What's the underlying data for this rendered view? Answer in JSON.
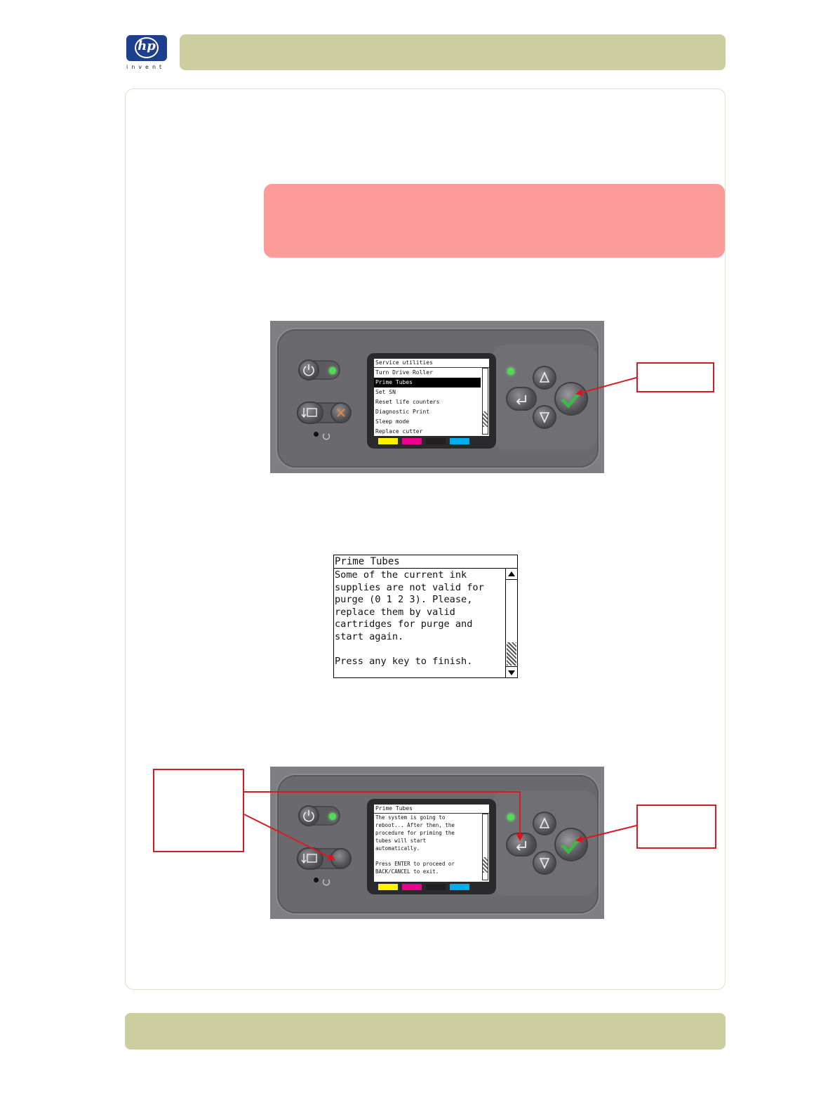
{
  "header": {
    "logo_text": "hp",
    "logo_tagline": "invent"
  },
  "panel1": {
    "lcd_title": "Service utilities",
    "menu_items": [
      "Turn Drive Roller",
      "Prime Tubes",
      "Set SN",
      "Reset life counters",
      "Diagnostic Print",
      "Sleep mode",
      "Replace cutter"
    ],
    "selected_index": 1
  },
  "screen2": {
    "title": "Prime Tubes",
    "lines": [
      "Some of the current ink",
      "supplies are not valid for",
      "purge (0 1 2 3). Please,",
      "replace them by valid",
      "cartridges for purge and",
      "start again.",
      "",
      "Press any key to finish."
    ]
  },
  "panel2": {
    "lcd_title": "Prime Tubes",
    "message": "The system is going to\nreboot... After then, the\nprocedure for priming the\ntubes will start\nautomatically.\n\nPress ENTER to proceed or\nBACK/CANCEL to exit."
  },
  "colors": {
    "header_bar": "#ccce9f",
    "warning_box": "#fc9c9a",
    "callout_red": "#d31c25",
    "ink_yellow": "#fff200",
    "ink_magenta": "#ec008c",
    "ink_black": "#231f20",
    "ink_cyan": "#00aeef"
  }
}
